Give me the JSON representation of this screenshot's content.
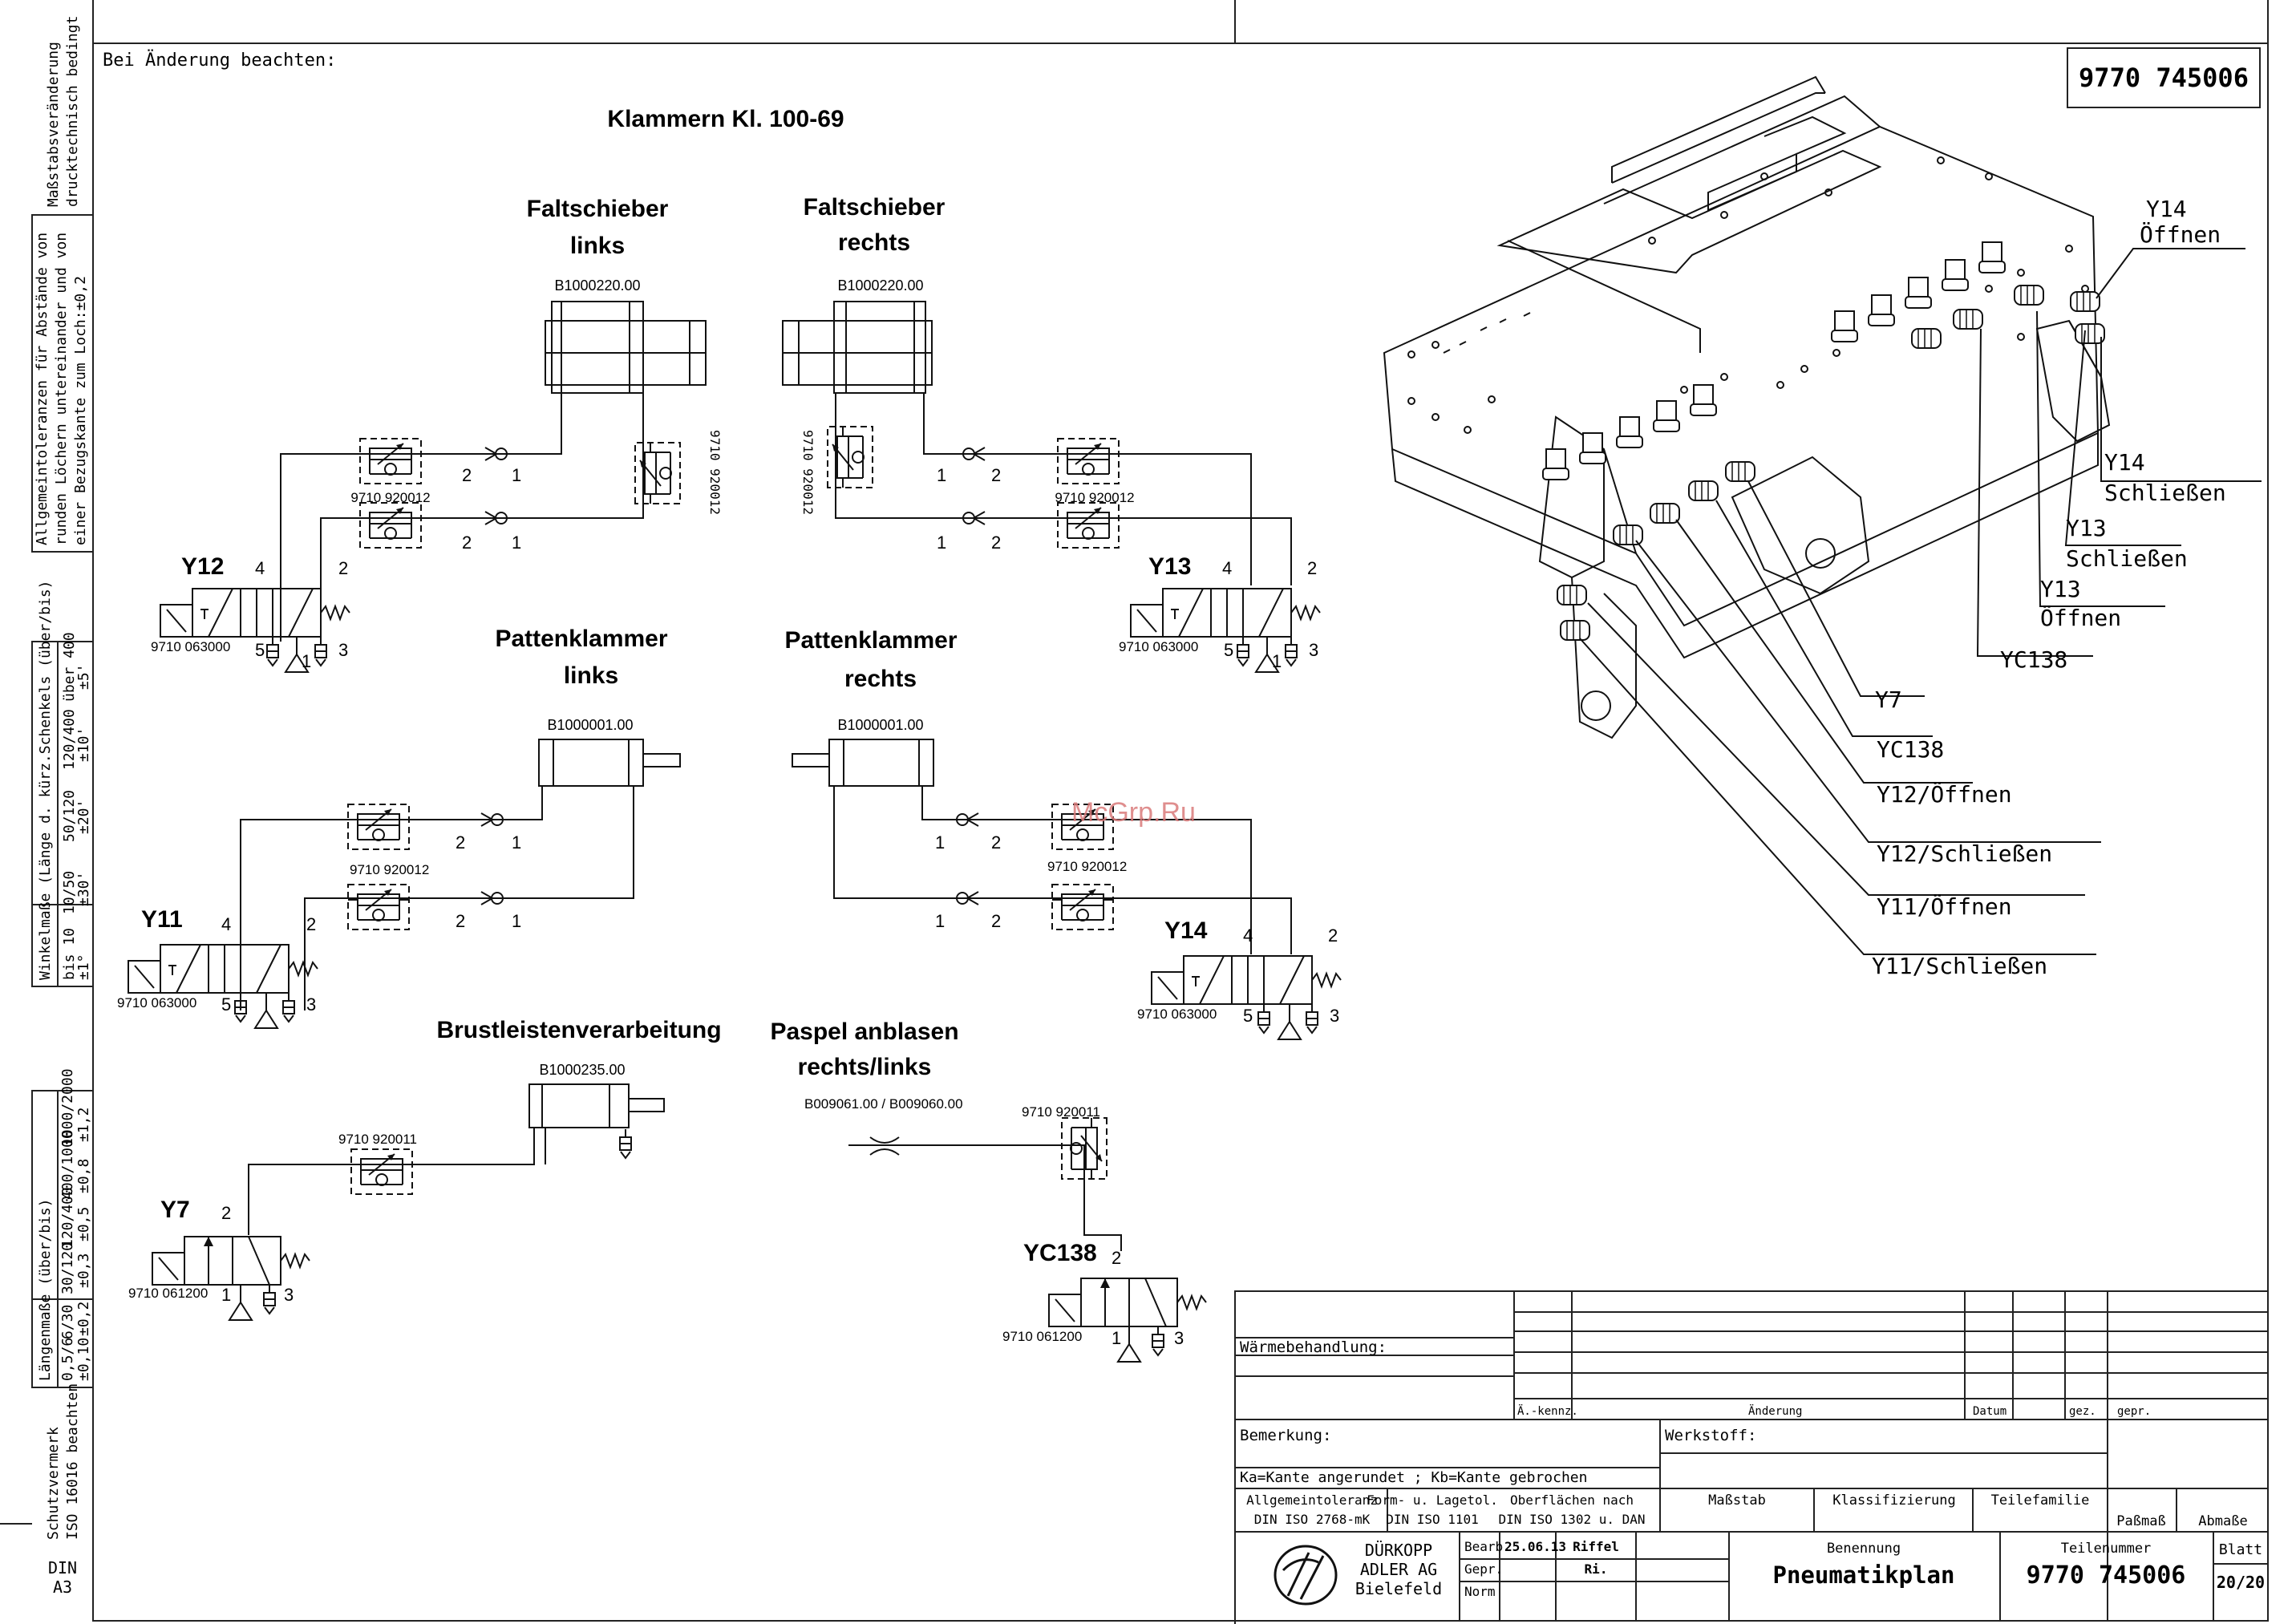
{
  "header": {
    "note": "Bei Änderung beachten:",
    "drawing_number": "9770 745006",
    "main_title": "Klammern Kl. 100-69"
  },
  "sections": {
    "faltschieber_links": [
      "Faltschieber",
      "links"
    ],
    "faltschieber_rechts": [
      "Faltschieber",
      "rechts"
    ],
    "pattenklammer_links": [
      "Pattenklammer",
      "links"
    ],
    "pattenklammer_rechts": [
      "Pattenklammer",
      "rechts"
    ],
    "brustleisten": [
      "Brustleistenverarbeitung"
    ],
    "paspel": [
      "Paspel anblasen",
      "rechts/links"
    ]
  },
  "parts": {
    "cyl_faltschieber": "B1000220.00",
    "cyl_patten": "B1000001.00",
    "cyl_brust": "B1000235.00",
    "nozzle_paspel": "B009061.00 / B009060.00",
    "throttle_920012": "9710 920012",
    "throttle_920011": "9710 920011",
    "valve_063000": "9710 063000",
    "valve_061200": "9710 061200"
  },
  "valves": {
    "y12": "Y12",
    "y13": "Y13",
    "y11": "Y11",
    "y14": "Y14",
    "y7": "Y7",
    "yc138": "YC138"
  },
  "ports": {
    "p1": "1",
    "p2": "2",
    "p3": "3",
    "p4": "4",
    "p5": "5"
  },
  "callouts": [
    "Y14",
    "Öffnen",
    "Y14",
    "Schließen",
    "Y13",
    "Schließen",
    "Y13",
    "Öffnen",
    "YC138",
    "Y7",
    "YC138",
    "Y12/Öffnen",
    "Y12/Schließen",
    "Y11/Öffnen",
    "Y11/Schließen"
  ],
  "watermark": "McGrp.Ru",
  "left_margin": {
    "mass": [
      "Maßstabsveränderung",
      "drucktechnisch bedingt"
    ],
    "allgemein": [
      "Allgemeintoleranzen für Abstände von",
      "runden Löchern untereinander und von",
      "einer Bezugskante zum Loch:±0,2"
    ],
    "winkel_title": "Winkelmaße (Länge d. kürz.Schenkels (über/bis)",
    "winkel_ranges": [
      "bis 10",
      "10/50",
      "50/120",
      "120/400",
      "über 400"
    ],
    "winkel_tol": [
      "±1°",
      "±30'",
      "±20'",
      "±10'",
      "±5'"
    ],
    "laengen_title": "Längenmaße (über/bis)",
    "laengen_ranges": [
      "0,5/6",
      "6/30",
      "30/120",
      "120/400",
      "400/1000",
      "1000/2000"
    ],
    "laengen_tol": [
      "±0,10",
      "±0,2",
      "±0,3",
      "±0,5",
      "±0,8",
      "±1,2"
    ],
    "schutz": [
      "Schutzvermerk",
      "ISO 16016 beachten"
    ],
    "din": [
      "DIN",
      "A3"
    ]
  },
  "title_block": {
    "waerme": "Wärmebehandlung:",
    "akennz": "Ä.-kennz.",
    "aenderung": "Änderung",
    "datum": "Datum",
    "gez": "gez.",
    "gepr": "gepr.",
    "bemerkung": "Bemerkung:",
    "werkstoff": "Werkstoff:",
    "kanten": "Ka=Kante angerundet ; Kb=Kante gebrochen",
    "allg_tol": [
      "Allgemeintoleranz",
      "DIN ISO 2768-mK"
    ],
    "form_tol": [
      "Form- u. Lagetol.",
      "DIN ISO 1101"
    ],
    "oberfl": [
      "Oberflächen nach",
      "DIN ISO 1302 u. DAN"
    ],
    "massstab": "Maßstab",
    "klass": "Klassifizierung",
    "teilefamilie": "Teilefamilie",
    "passmass": "Paßmaß",
    "abmasse": "Abmaße",
    "company": [
      "DÜRKOPP",
      "ADLER AG",
      "Bielefeld"
    ],
    "bearb": "Bearb.",
    "bearb_date": "25.06.13",
    "bearb_name": "Riffel",
    "gepr2": "Gepr.",
    "gepr_name": "Ri.",
    "norm": "Norm",
    "benennung": "Benennung",
    "benennung_val": "Pneumatikplan",
    "teilenummer": "Teilenummer",
    "teilenummer_val": "9770 745006",
    "blatt": "Blatt",
    "blatt_val": "20/20"
  }
}
